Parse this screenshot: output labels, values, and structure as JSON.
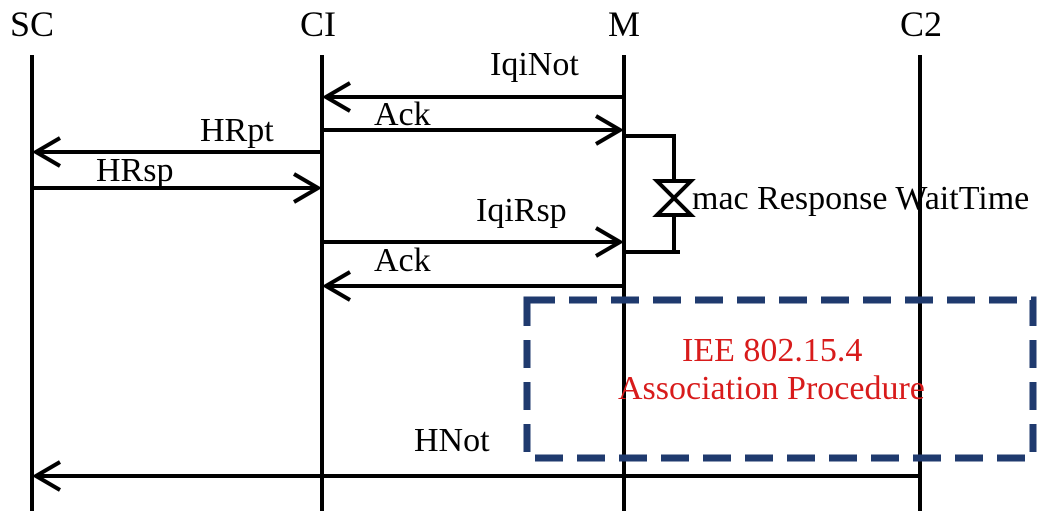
{
  "participants": [
    "SC",
    "CI",
    "M",
    "C2"
  ],
  "messages": [
    {
      "label": "IqiNot",
      "from": "M",
      "to": "CI"
    },
    {
      "label": "Ack",
      "from": "CI",
      "to": "M"
    },
    {
      "label": "HRpt",
      "from": "CI",
      "to": "SC"
    },
    {
      "label": "HRsp",
      "from": "SC",
      "to": "CI"
    },
    {
      "label": "IqiRsp",
      "from": "CI",
      "to": "M"
    },
    {
      "label": "Ack",
      "from": "M",
      "to": "CI"
    },
    {
      "label": "HNot",
      "from": "C2",
      "to": "SC"
    }
  ],
  "timer": {
    "label": "mac Response WaitTime"
  },
  "procedure_box": {
    "line1": "IEE 802.15.4",
    "line2": "Association Procedure",
    "border_color": "#1f3a6e",
    "text_color": "#d81b1b"
  }
}
